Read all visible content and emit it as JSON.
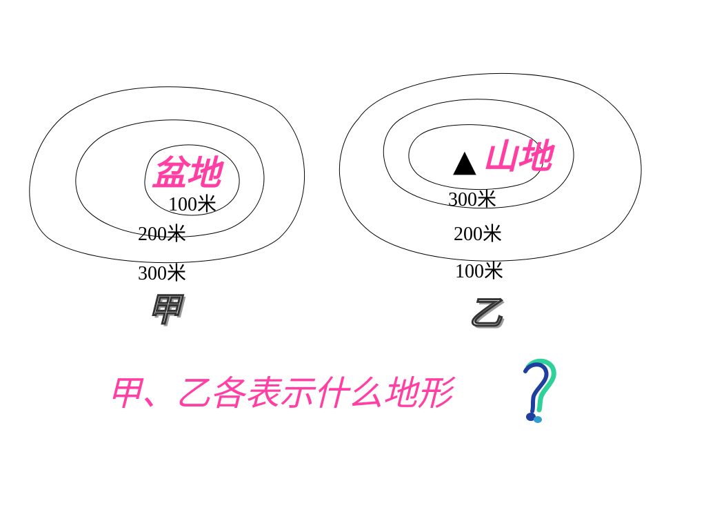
{
  "left_map": {
    "name": "甲",
    "terrain_label": "盆地",
    "elevations": [
      "100米",
      "200米",
      "300米"
    ]
  },
  "right_map": {
    "name": "乙",
    "terrain_label": "山地",
    "peak_symbol": "▲",
    "elevations": [
      "300米",
      "200米",
      "100米"
    ]
  },
  "question": "甲、乙各表示什么地形",
  "colors": {
    "accent": "#ff3fa4",
    "contour": "#000000",
    "qmark_blue": "#1f3f9f",
    "qmark_green": "#2fd09a",
    "qmark_teal": "#2f9fd0"
  },
  "icons": [
    "peak-triangle-icon",
    "question-mark-icon"
  ]
}
